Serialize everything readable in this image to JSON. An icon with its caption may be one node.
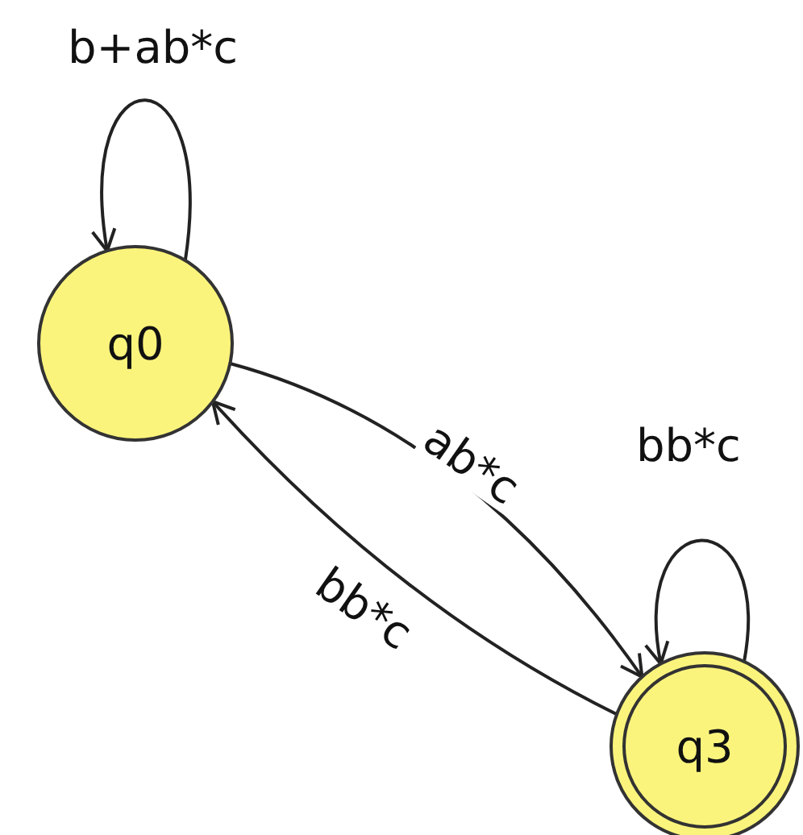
{
  "diagram": {
    "nodes": [
      {
        "text": [
          "q0"
        ]
      },
      {
        "text": [
          "q3"
        ]
      }
    ],
    "edges": [
      {
        "from": 0,
        "to": 0,
        "arrow": "to",
        "label": "b+ab*c"
      },
      {
        "from": 0,
        "to": 1,
        "arrow": "to",
        "label": "ab*c"
      },
      {
        "from": 1,
        "to": 0,
        "arrow": "to",
        "label": "bb*c"
      },
      {
        "from": 1,
        "to": 1,
        "arrow": "to",
        "label": "bb*c"
      }
    ]
  }
}
